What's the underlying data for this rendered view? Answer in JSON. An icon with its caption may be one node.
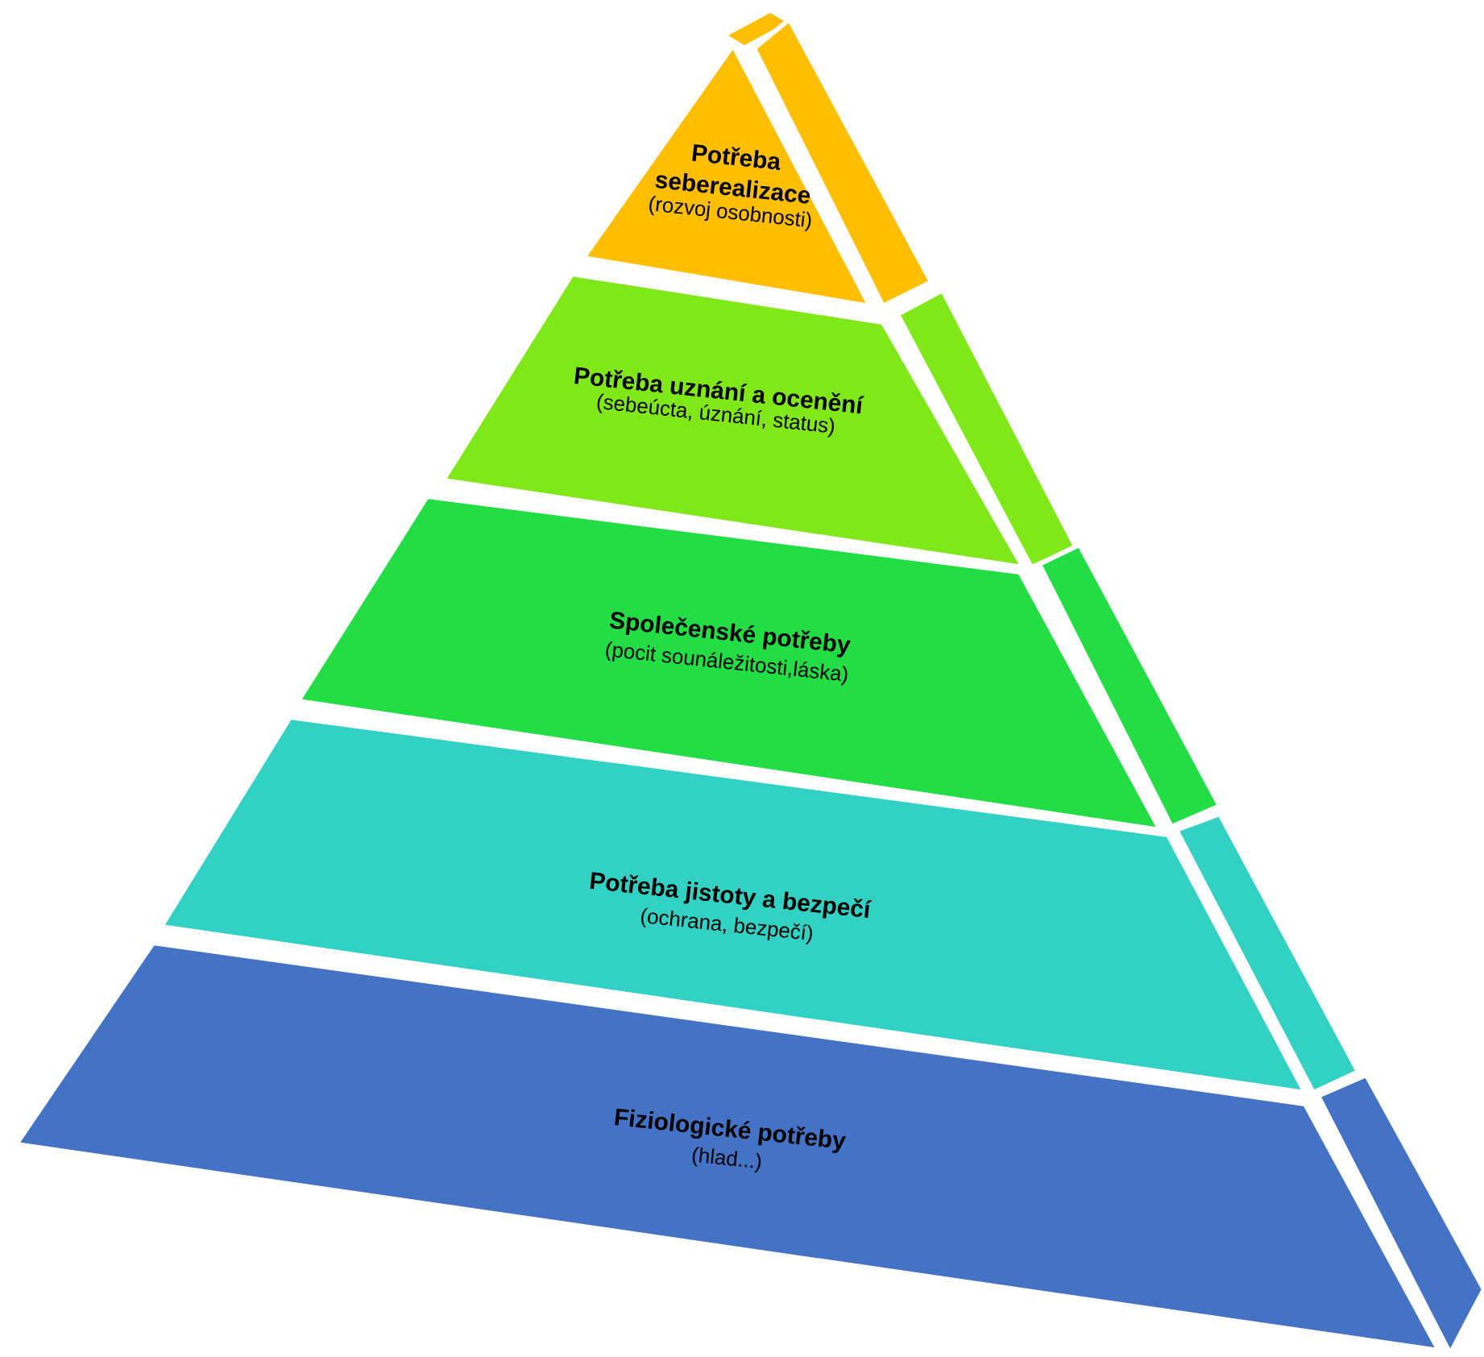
{
  "diagram": {
    "nodes": [
      {
        "text": [
          "Potřeba seberealizace",
          "(rozvoj osobnosti)"
        ]
      },
      {
        "text": [
          "Potřeba uznání a ocenění",
          "(sebeúcta, úznání, status)"
        ]
      },
      {
        "text": [
          "Společenské potřeby",
          "(pocit sounáležitosti,láska)"
        ]
      },
      {
        "text": [
          "Potřeba jistoty a bezpečí",
          "(ochrana, bezpečí)"
        ]
      },
      {
        "text": [
          "Fiziologické potřeby",
          "(hlad...)"
        ]
      }
    ]
  }
}
